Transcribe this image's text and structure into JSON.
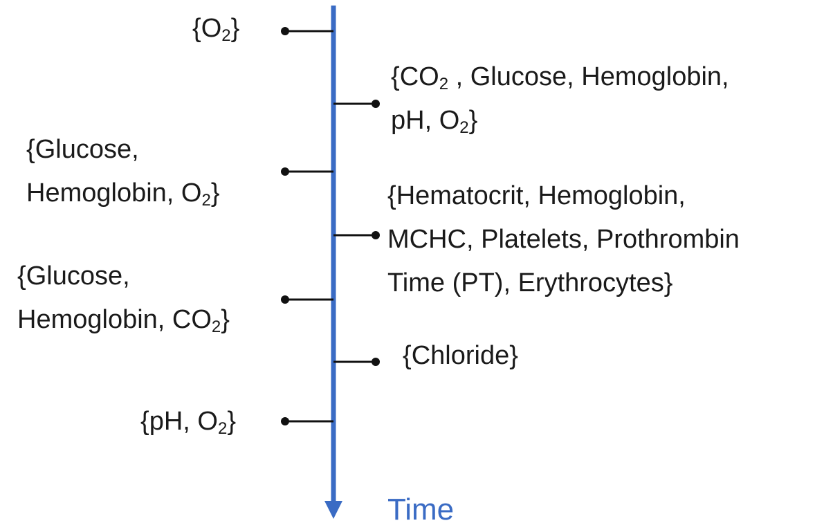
{
  "axis": {
    "label": "Time",
    "color": "#3a6bc4"
  },
  "events": [
    {
      "side": "left",
      "lines": [
        [
          "{O",
          "2",
          "}"
        ]
      ]
    },
    {
      "side": "right",
      "lines": [
        [
          "{CO",
          "2",
          " , Glucose, Hemoglobin,"
        ],
        [
          "pH, O",
          "2",
          "}"
        ]
      ]
    },
    {
      "side": "left",
      "lines": [
        [
          "{Glucose,"
        ],
        [
          "Hemoglobin, O",
          "2",
          "}"
        ]
      ]
    },
    {
      "side": "right",
      "lines": [
        [
          "{Hematocrit, Hemoglobin,"
        ],
        [
          "MCHC, Platelets, Prothrombin"
        ],
        [
          "Time (PT), Erythrocytes}"
        ]
      ]
    },
    {
      "side": "left",
      "lines": [
        [
          "{Glucose,"
        ],
        [
          "Hemoglobin, CO",
          "2",
          "}"
        ]
      ]
    },
    {
      "side": "right",
      "lines": [
        [
          "{Chloride}"
        ]
      ]
    },
    {
      "side": "left",
      "lines": [
        [
          "{pH, O",
          "2",
          "}"
        ]
      ]
    }
  ]
}
